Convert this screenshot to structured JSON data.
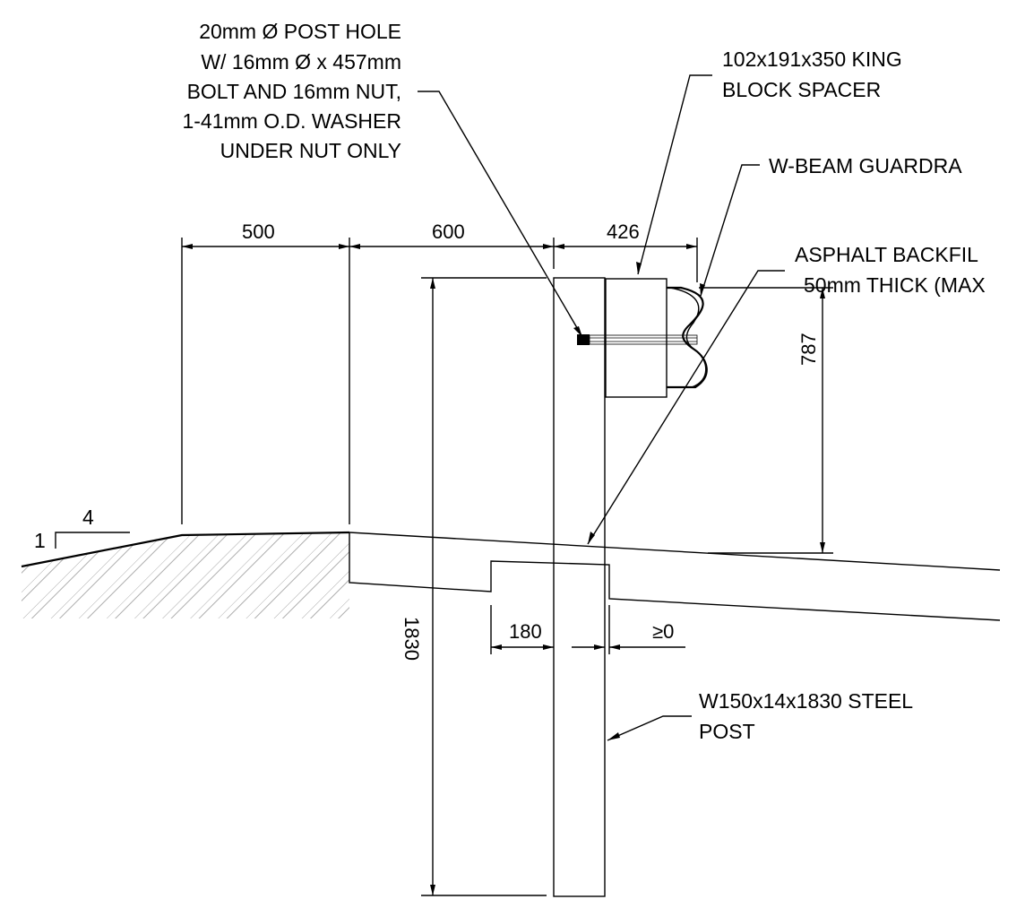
{
  "callouts": {
    "post_hole": [
      "20mm Ø POST HOLE",
      "W/ 16mm Ø x 457mm",
      "BOLT AND 16mm NUT,",
      "1-41mm O.D. WASHER",
      "UNDER NUT ONLY"
    ],
    "block_spacer": [
      "102x191x350 KING",
      "BLOCK SPACER"
    ],
    "guardrail": "W-BEAM GUARDRA",
    "asphalt": [
      "ASPHALT BACKFIL",
      "50mm THICK (MAX"
    ],
    "steel_post": [
      "W150x14x1830 STEEL",
      "POST"
    ]
  },
  "dimensions": {
    "d500": "500",
    "d600": "600",
    "d426": "426",
    "d787": "787",
    "d1830": "1830",
    "d180": "180",
    "d_ge0": "≥0"
  },
  "slope": {
    "rise": "1",
    "run": "4"
  }
}
